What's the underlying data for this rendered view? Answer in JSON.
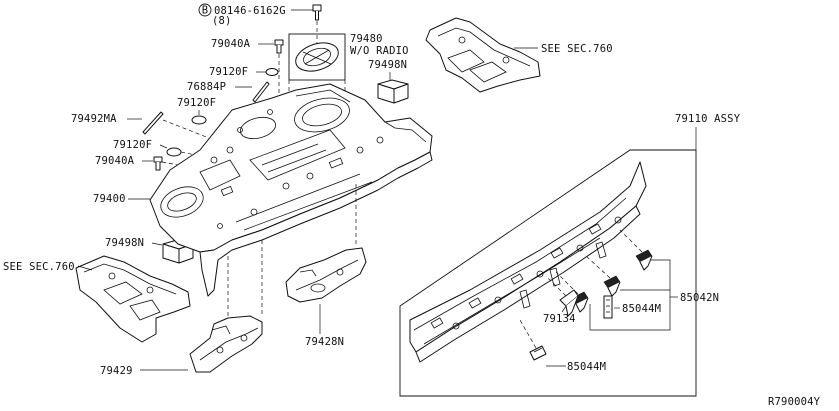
{
  "labels": {
    "bolt_ref": "08146-6162G",
    "bolt_qty": "(8)",
    "bolt_prefix": "B",
    "p79040a_top": "79040A",
    "p79480": "79480",
    "w_o_radio": "W/O RADIO",
    "p79120f_top": "79120F",
    "p79498n_top": "79498N",
    "p76884p": "76884P",
    "p79120f_mid": "79120F",
    "p79492ma": "79492MA",
    "p79120f_low": "79120F",
    "p79040a_low": "79040A",
    "p79400": "79400",
    "p79498n_low": "79498N",
    "see_sec_760_left": "SEE SEC.760",
    "see_sec_760_right": "SEE SEC.760",
    "p79429": "79429",
    "p79428n": "79428N",
    "p79110": "79110 ASSY",
    "p85042n": "85042N",
    "p85044m_right": "85044M",
    "p79134": "79134",
    "p85044m_bottom": "85044M",
    "diagram_id": "R790004Y"
  }
}
